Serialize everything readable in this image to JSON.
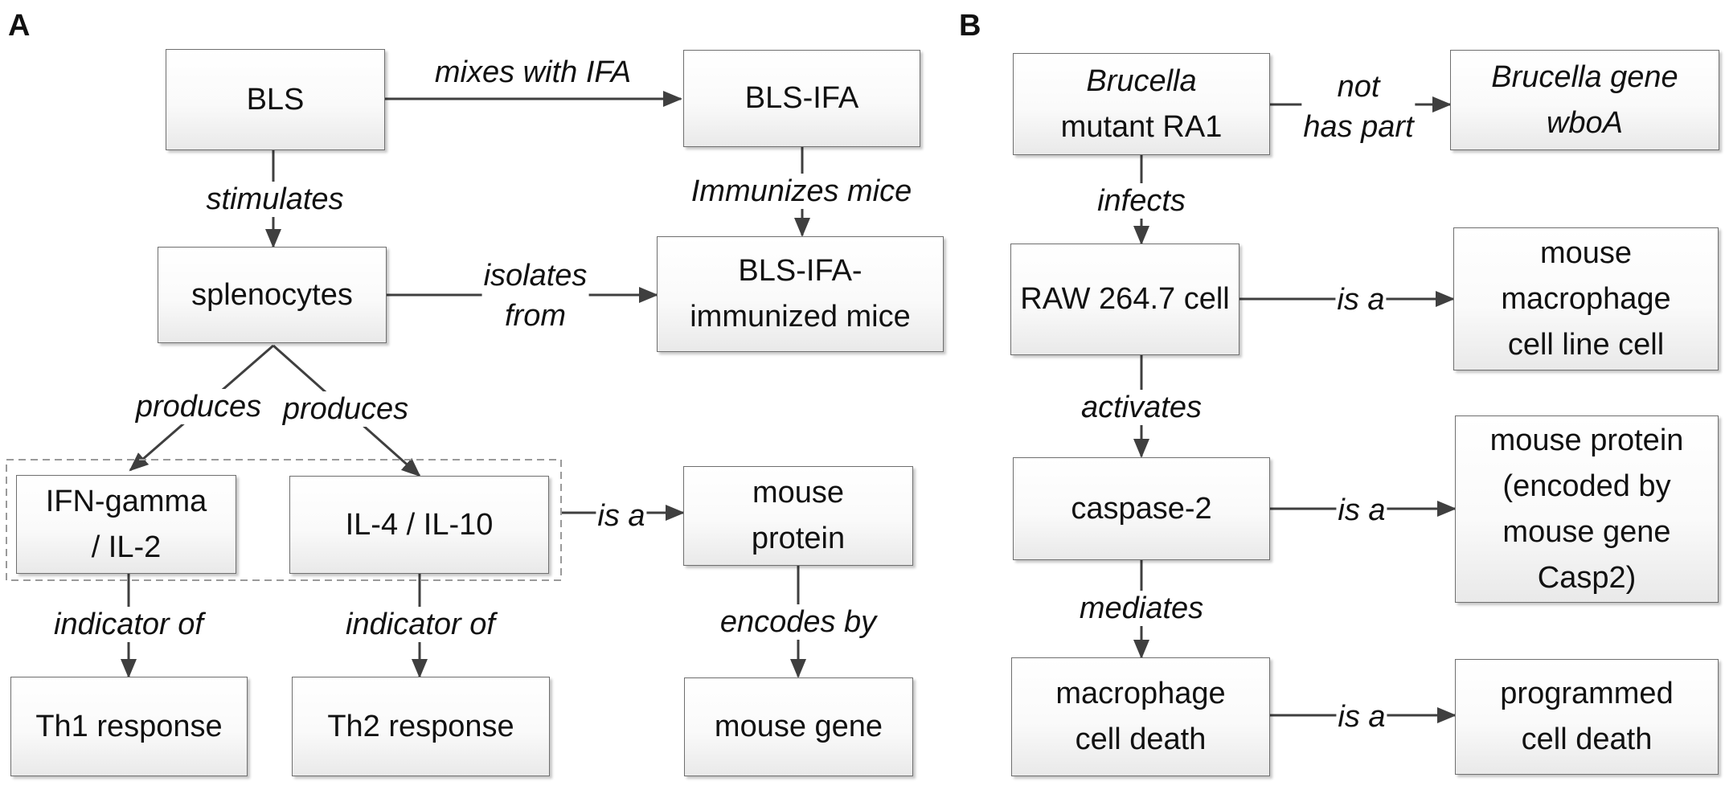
{
  "panels": {
    "a_label": "A",
    "b_label": "B"
  },
  "colors": {
    "line": "#3f3f3f",
    "box_border": "#6f6f6f",
    "dashed_group": "#9a9a9a"
  },
  "nodes": {
    "bls": "BLS",
    "bls_ifa": "BLS-IFA",
    "splenocytes": "splenocytes",
    "bls_ifa_mice": "BLS-IFA-\nimmunized mice",
    "ifn_gamma": "IFN-gamma\n/ IL-2",
    "il4_il10": "IL-4 / IL-10",
    "mouse_protein_a": "mouse\nprotein",
    "th1": "Th1 response",
    "th2": "Th2 response",
    "mouse_gene": "mouse gene",
    "brucella_italic": "Brucella",
    "brucella_rest": "mutant RA1",
    "wboa": "Brucella gene\nwboA",
    "raw_cell": "RAW 264.7 cell",
    "macrophage_line": "mouse\nmacrophage\ncell line cell",
    "caspase": "caspase-2",
    "mouse_protein_b": "mouse protein\n(encoded by\nmouse gene\nCasp2)",
    "macrophage_death": "macrophage\ncell death",
    "programmed_death": "programmed\ncell death"
  },
  "edges": {
    "mixes_with_ifa": "mixes with IFA",
    "stimulates": "stimulates",
    "immunizes_mice": "Immunizes mice",
    "isolates_from": "isolates\nfrom",
    "produces_left": "produces",
    "produces_right": "produces",
    "is_a_protein": "is a",
    "indicator_th1": "indicator of",
    "indicator_th2": "indicator of",
    "encodes_by": "encodes by",
    "not_has_part": "not\nhas part",
    "infects": "infects",
    "is_a_line": "is a",
    "activates": "activates",
    "is_a_casp": "is a",
    "mediates": "mediates",
    "is_a_death": "is a"
  }
}
